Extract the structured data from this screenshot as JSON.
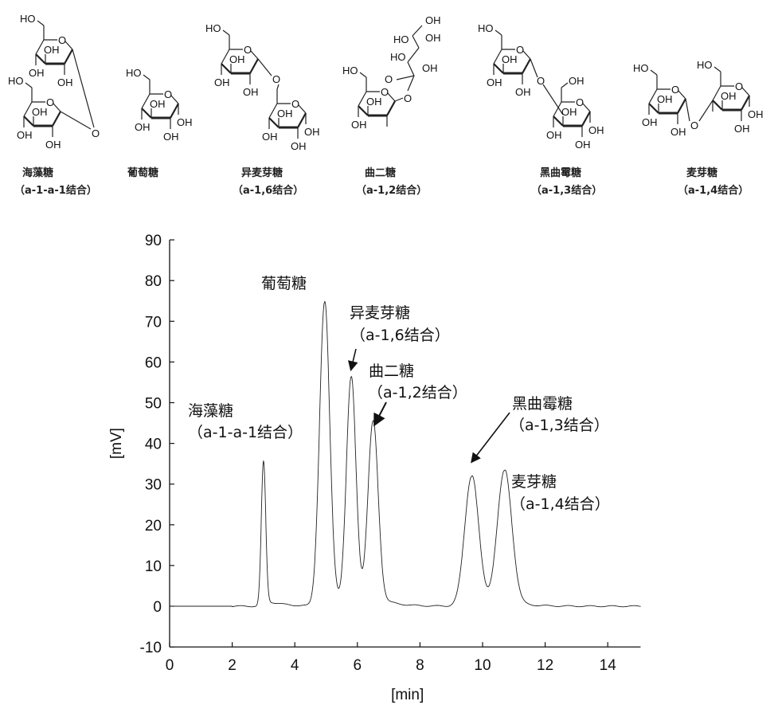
{
  "structures": [
    {
      "name": "海藻糖",
      "bond": "（a-1-a-1结合）"
    },
    {
      "name": "葡萄糖",
      "bond": ""
    },
    {
      "name": "异麦芽糖",
      "bond": "（a-1,6结合）"
    },
    {
      "name": "曲二糖",
      "bond": "（a-1,2结合）"
    },
    {
      "name": "黑曲霉糖",
      "bond": "（a-1,3结合）"
    },
    {
      "name": "麦芽糖",
      "bond": "（a-1,4结合）"
    }
  ],
  "atom_labels": {
    "hydroxyl_left": "HO",
    "hydroxyl_right": "OH",
    "oxygen": "O"
  },
  "chart_data": {
    "type": "line",
    "title": "",
    "xlabel": "[min]",
    "ylabel": "[mV]",
    "xlim": [
      0,
      15
    ],
    "ylim": [
      -10,
      90
    ],
    "xticks": [
      0,
      2,
      4,
      6,
      8,
      10,
      12,
      14
    ],
    "yticks": [
      -10,
      0,
      10,
      20,
      30,
      40,
      50,
      60,
      70,
      80,
      90
    ],
    "grid": false,
    "peaks": [
      {
        "name": "海藻糖",
        "bond": "（a-1-a-1结合）",
        "retention_time": 3.0,
        "height": 35.5,
        "sigma": 0.07
      },
      {
        "name": "葡萄糖",
        "bond": "",
        "retention_time": 4.95,
        "height": 74.5,
        "sigma": 0.16
      },
      {
        "name": "异麦芽糖",
        "bond": "（a-1,6结合）",
        "retention_time": 5.8,
        "height": 55.5,
        "sigma": 0.15
      },
      {
        "name": "曲二糖",
        "bond": "（a-1,2结合）",
        "retention_time": 6.5,
        "height": 44.5,
        "sigma": 0.16
      },
      {
        "name": "黑曲霉糖",
        "bond": "（a-1,3结合）",
        "retention_time": 9.65,
        "height": 32,
        "sigma": 0.22
      },
      {
        "name": "麦芽糖",
        "bond": "（a-1,4结合）",
        "retention_time": 10.7,
        "height": 33,
        "sigma": 0.23
      }
    ]
  }
}
